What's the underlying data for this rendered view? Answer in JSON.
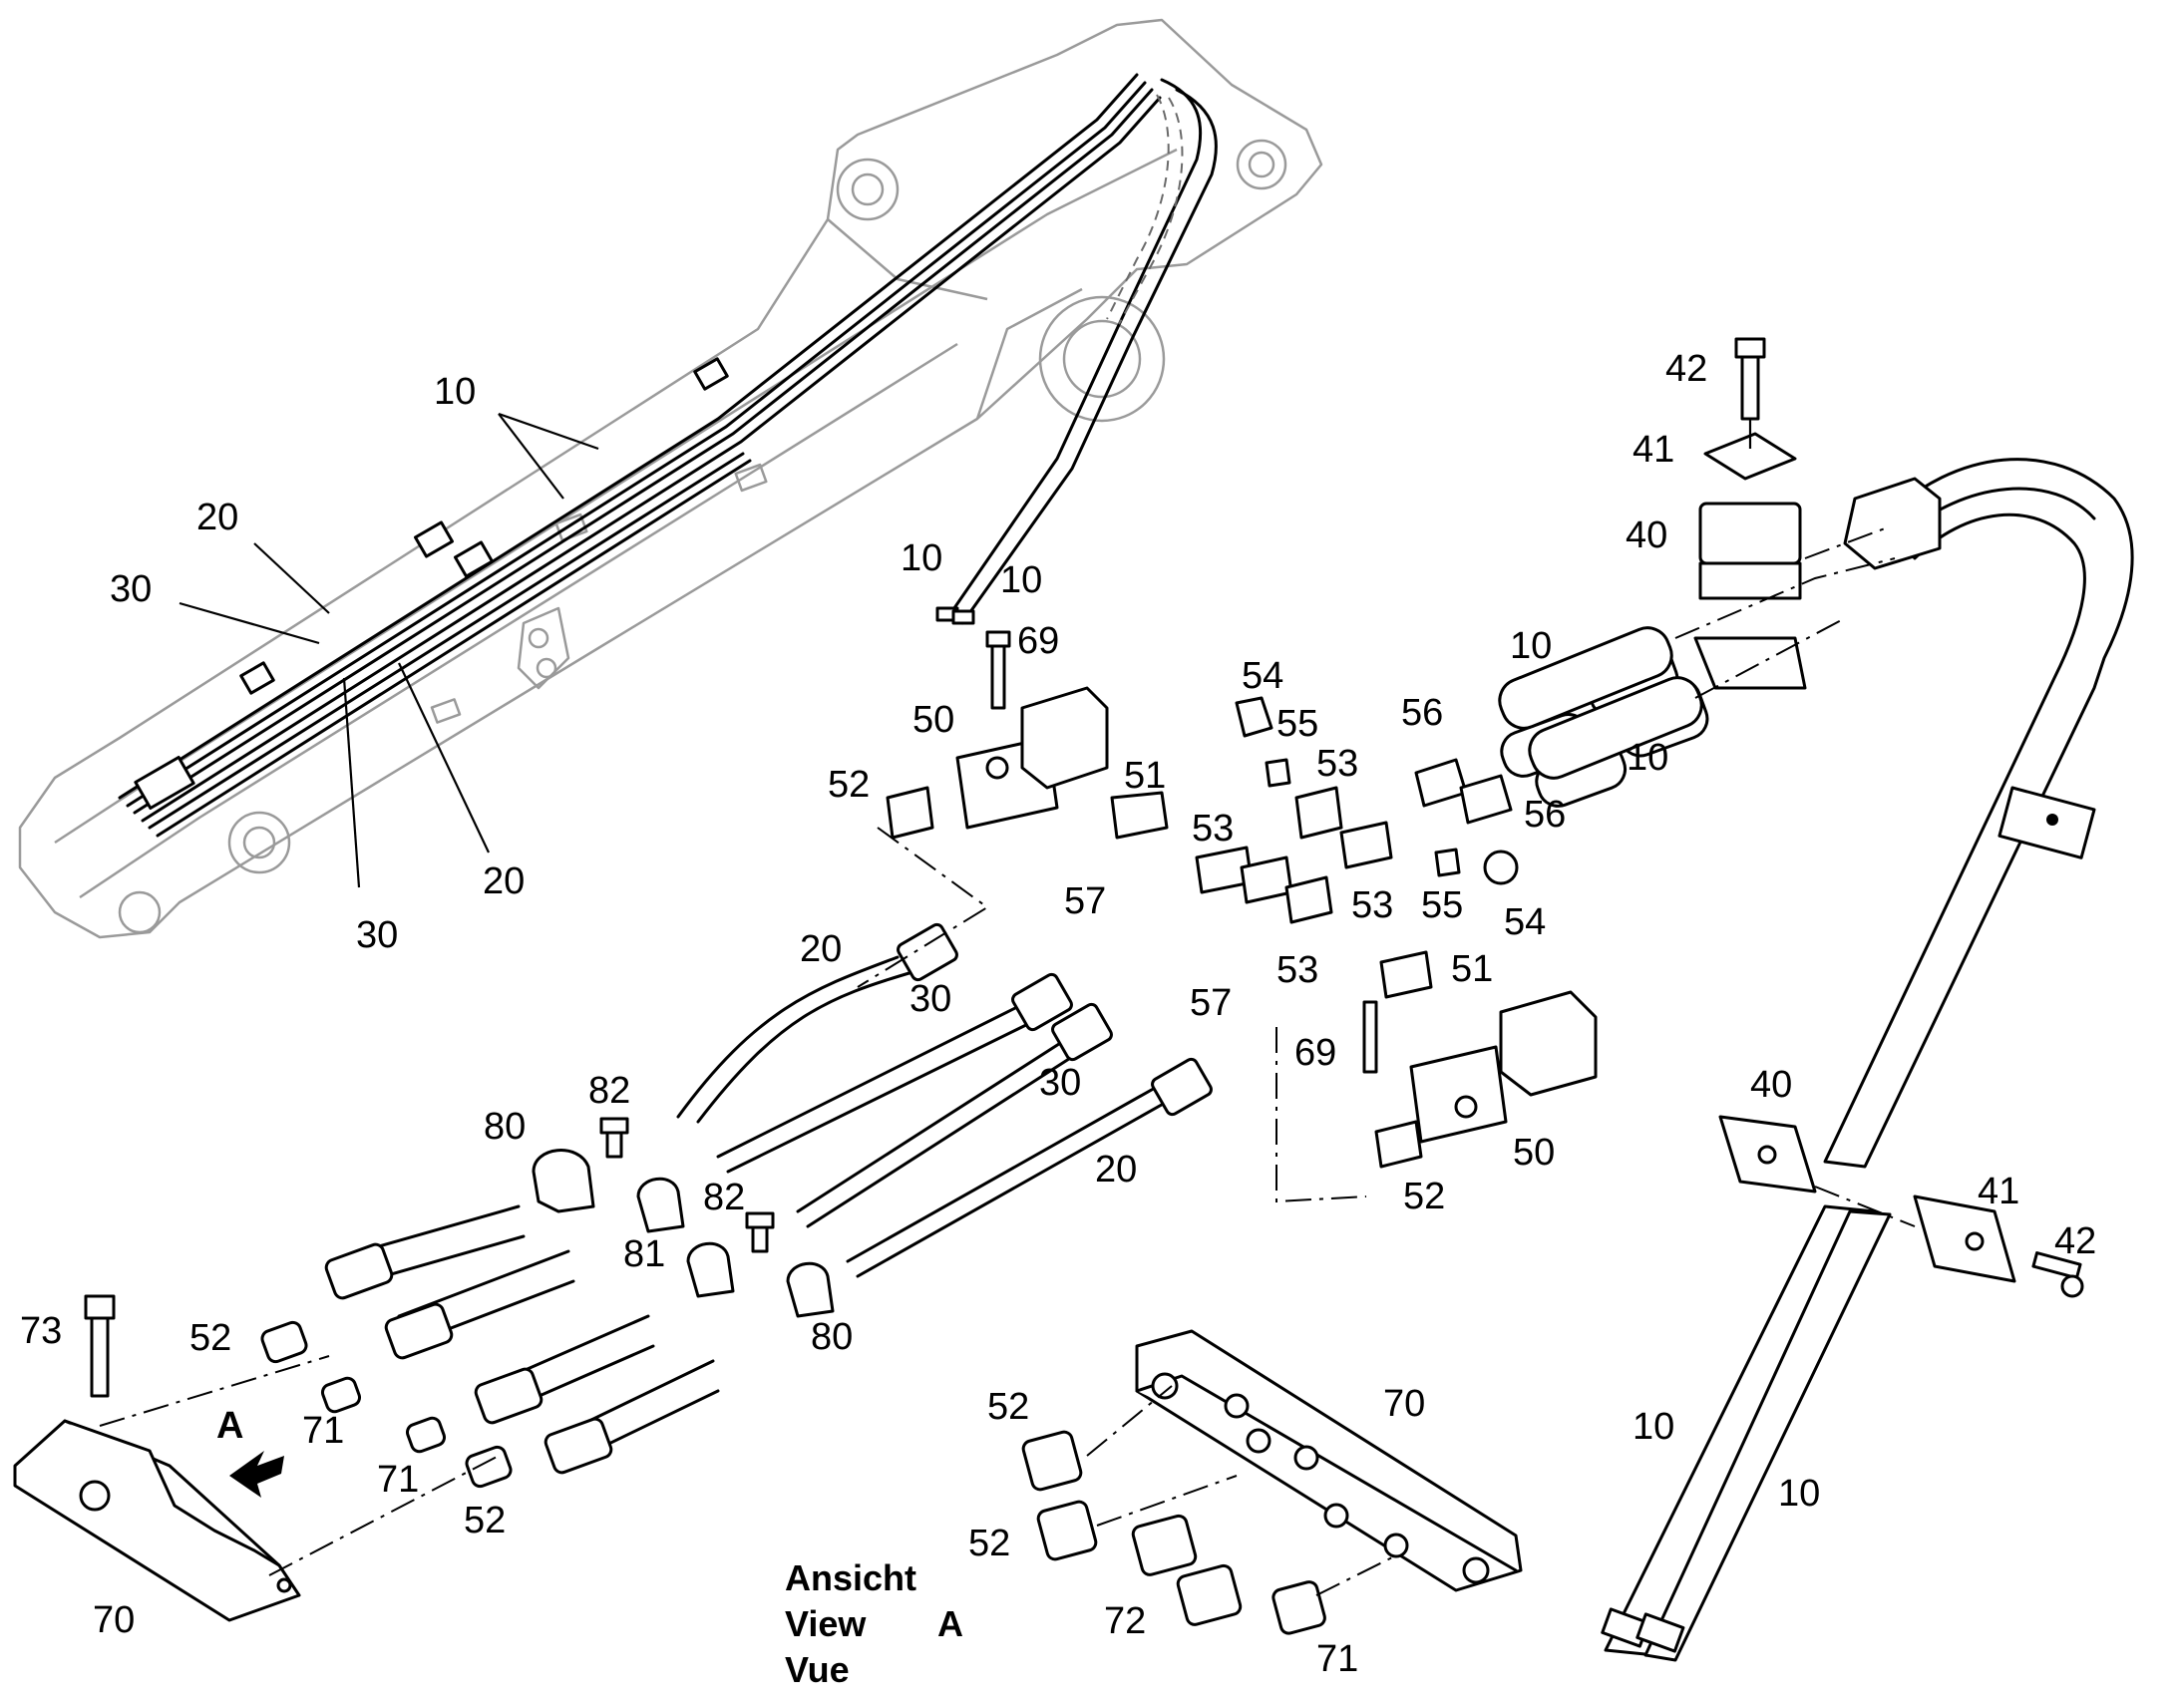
{
  "labels": {
    "p10": "10",
    "p20": "20",
    "p30": "30",
    "p40": "40",
    "p41": "41",
    "p42": "42",
    "p50": "50",
    "p51": "51",
    "p52": "52",
    "p53": "53",
    "p54": "54",
    "p55": "55",
    "p56": "56",
    "p57": "57",
    "p69": "69",
    "p70": "70",
    "p71": "71",
    "p72": "72",
    "p73": "73",
    "p80": "80",
    "p81": "81",
    "p82": "82",
    "arrow_a": "A"
  },
  "view_caption": {
    "de": "Ansicht",
    "en": "View",
    "fr": "Vue",
    "letter": "A"
  },
  "colors": {
    "line": "#000000",
    "ghost_line": "#9a9a9a",
    "background": "#ffffff"
  }
}
